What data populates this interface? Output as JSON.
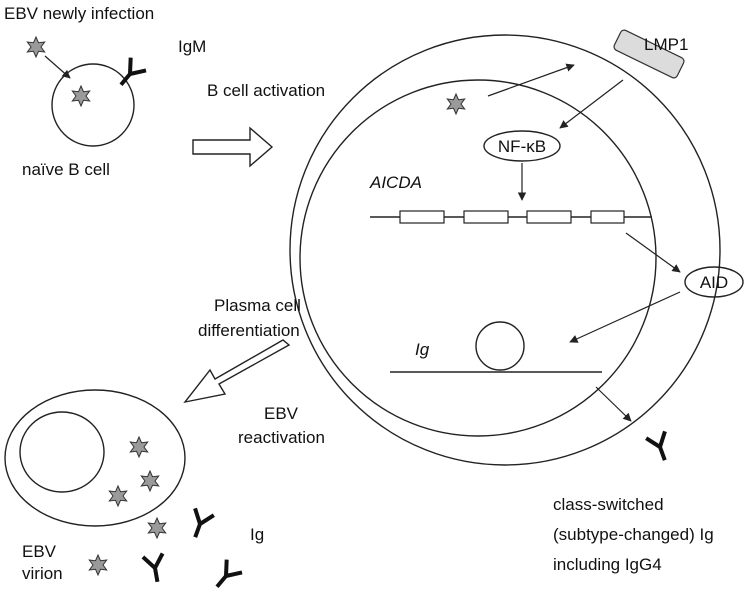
{
  "labels": {
    "ebv_infection": "EBV newly infection",
    "igm": "IgM",
    "naive_b_cell": "naïve B cell",
    "b_cell_activation": "B cell activation",
    "lmp1": "LMP1",
    "nfkb": "NF-κB",
    "aicda": "AICDA",
    "aid": "AID",
    "ig_gene": "Ig",
    "plasma_line1": "Plasma cell",
    "plasma_line2": "differentiation",
    "reactivation_line1": "EBV",
    "reactivation_line2": "reactivation",
    "ig_secreted": "Ig",
    "virion_line1": "EBV",
    "virion_line2": "virion",
    "class_line1": "class-switched",
    "class_line2": "(subtype-changed) Ig",
    "class_line3": "including IgG4"
  },
  "colors": {
    "star_fill": "#9a9a9a",
    "line": "#222222",
    "antibody": "#111111",
    "background": "#ffffff"
  },
  "icons": {
    "virus": "six-point-star",
    "antibody": "Y-shape",
    "activation_arrow": "hollow-block-arrow"
  }
}
